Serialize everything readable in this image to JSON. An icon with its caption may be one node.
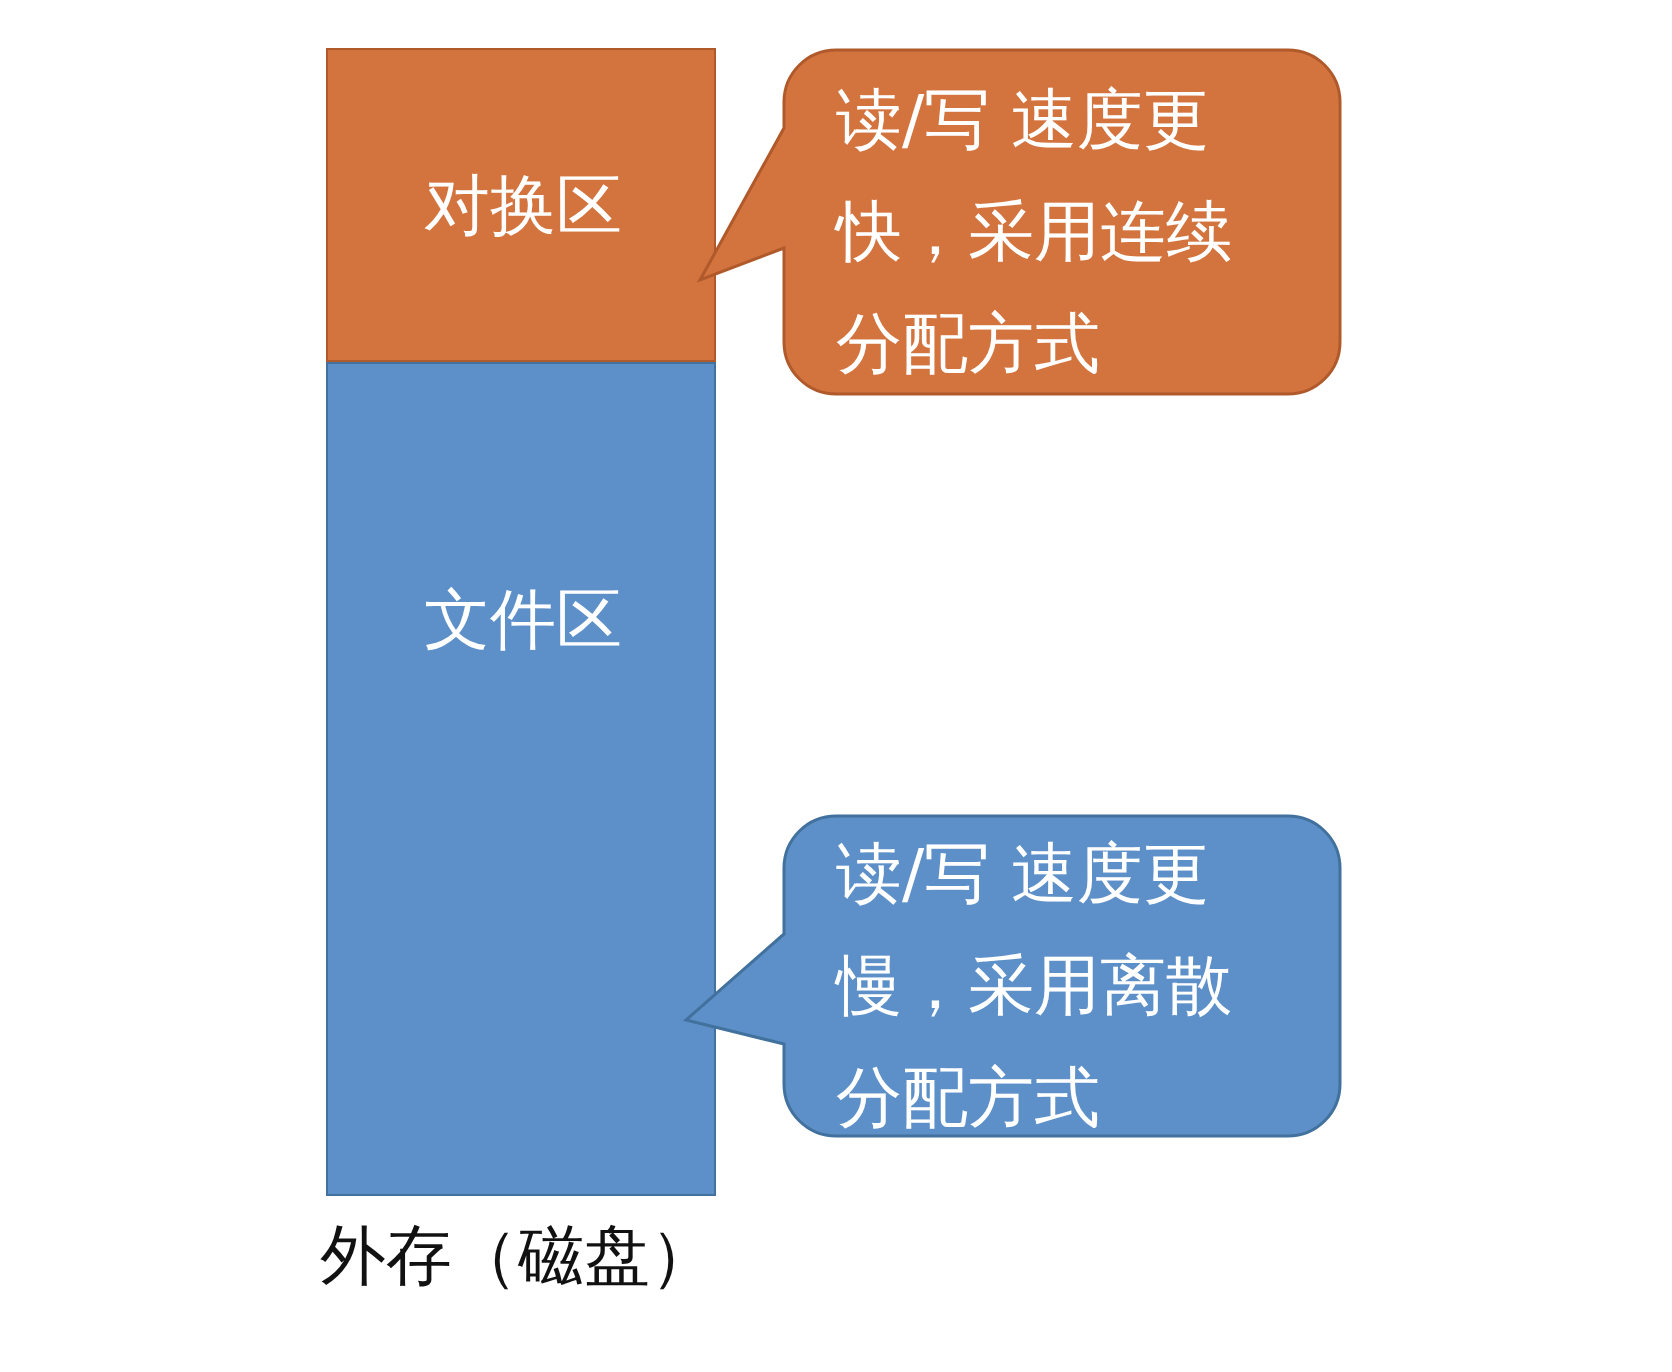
{
  "diagram": {
    "nodes": [
      {
        "text": [
          "对换区"
        ]
      },
      {
        "text": [
          "文件区"
        ]
      },
      {
        "text": [
          "读/写 速度更快，采用连续分配方式"
        ]
      },
      {
        "text": [
          "读/写 速度更慢，采用离散分配方式"
        ]
      }
    ],
    "labels": [
      "外存（磁盘）"
    ]
  }
}
